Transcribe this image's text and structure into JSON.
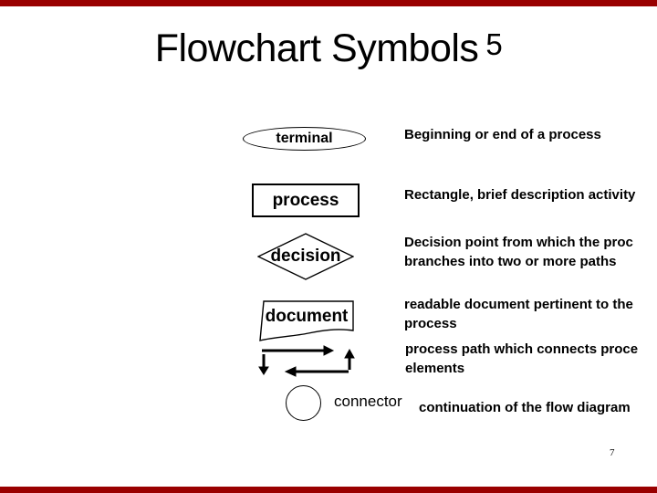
{
  "slide": {
    "title": "Flowchart Symbols",
    "title_superscript": "5",
    "page_number": "7",
    "accent_bar_color": "#990000",
    "background_color": "#ffffff",
    "text_color": "#000000"
  },
  "rows": {
    "terminal": {
      "label": "terminal",
      "desc": "Beginning or end of a process"
    },
    "process": {
      "label": "process",
      "desc": "Rectangle, brief description activity"
    },
    "decision": {
      "label": "decision",
      "desc_line1": "Decision point from which the proc",
      "desc_line2": "branches into two or more paths"
    },
    "document": {
      "label": "document",
      "desc_line1": "readable document pertinent to the",
      "desc_line2": "process"
    },
    "flowline": {
      "desc_line1": "process path which connects proce",
      "desc_line2": "elements"
    },
    "connector": {
      "label": "connector",
      "desc": "continuation of the flow diagram"
    }
  }
}
